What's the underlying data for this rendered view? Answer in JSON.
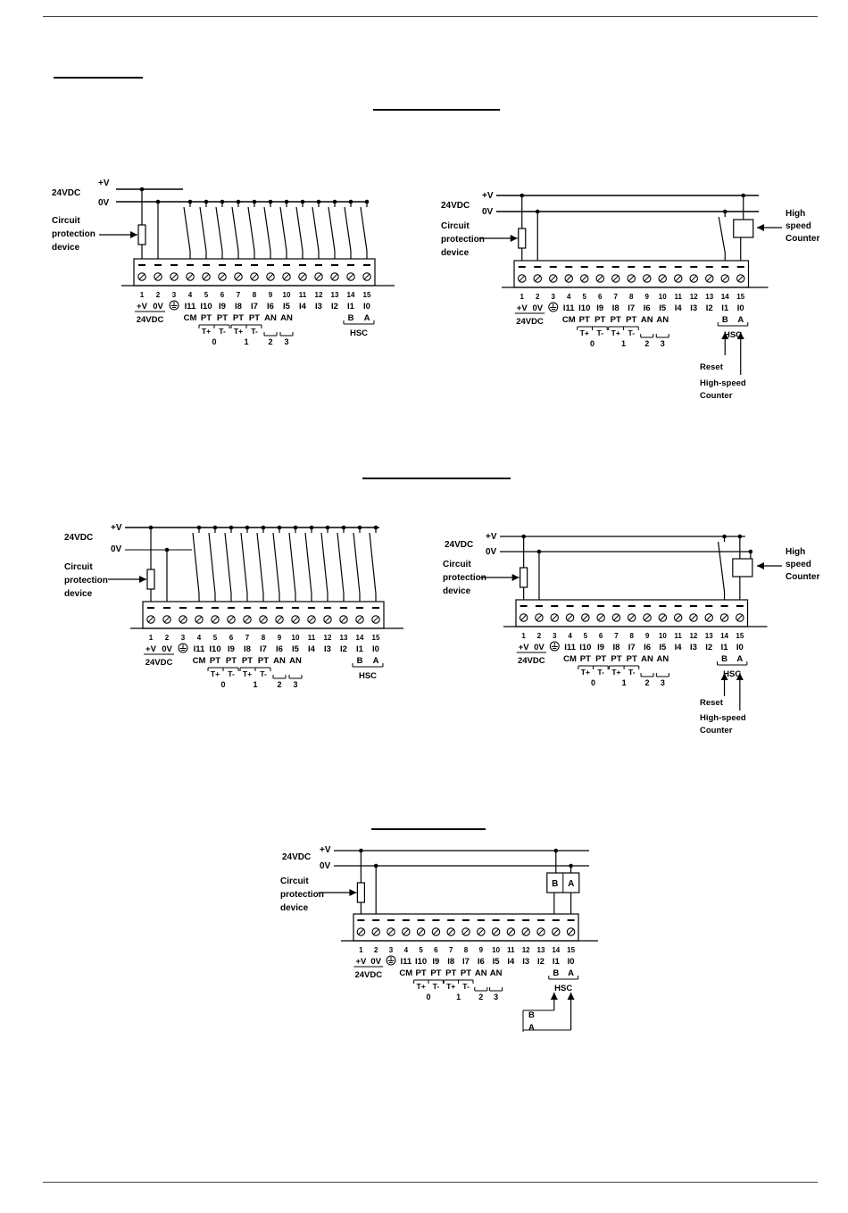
{
  "diagrams": [
    {
      "id": "npn-sink",
      "supply": {
        "pos": "+V",
        "neg": "0V",
        "voltage": "24VDC"
      },
      "protection": [
        "Circuit",
        "protection",
        "device"
      ],
      "terminals": [
        "1",
        "2",
        "3",
        "4",
        "5",
        "6",
        "7",
        "8",
        "9",
        "10",
        "11",
        "12",
        "13",
        "14",
        "15"
      ],
      "labels_row1": [
        "+V",
        "0V",
        "",
        "I11",
        "I10",
        "I9",
        "I8",
        "I7",
        "I6",
        "I5",
        "I4",
        "I3",
        "I2",
        "I1",
        "I0"
      ],
      "labels_row2": [
        "",
        "",
        "",
        "CM",
        "PT",
        "PT",
        "PT",
        "PT",
        "AN",
        "AN",
        "",
        "",
        "",
        "B",
        "A"
      ],
      "thermo": [
        "T+",
        "T-",
        "T+",
        "T-"
      ],
      "groups": [
        "0",
        "1",
        "2",
        "3"
      ],
      "hsc": "HSC"
    },
    {
      "id": "npn-hsc",
      "supply": {
        "pos": "+V",
        "neg": "0V",
        "voltage": "24VDC"
      },
      "protection": [
        "Circuit",
        "protection",
        "device"
      ],
      "counter": [
        "High",
        "speed",
        "Counter"
      ],
      "reset": "Reset",
      "hsc_caption": [
        "High-speed",
        "Counter"
      ],
      "terminals": [
        "1",
        "2",
        "3",
        "4",
        "5",
        "6",
        "7",
        "8",
        "9",
        "10",
        "11",
        "12",
        "13",
        "14",
        "15"
      ],
      "labels_row1": [
        "+V",
        "0V",
        "",
        "I11",
        "I10",
        "I9",
        "I8",
        "I7",
        "I6",
        "I5",
        "I4",
        "I3",
        "I2",
        "I1",
        "I0"
      ],
      "labels_row2": [
        "",
        "",
        "",
        "CM",
        "PT",
        "PT",
        "PT",
        "PT",
        "AN",
        "AN",
        "",
        "",
        "",
        "B",
        "A"
      ],
      "thermo": [
        "T+",
        "T-",
        "T+",
        "T-"
      ],
      "groups": [
        "0",
        "1",
        "2",
        "3"
      ],
      "hsc": "HSC"
    },
    {
      "id": "pnp-source",
      "supply": {
        "pos": "+V",
        "neg": "0V",
        "voltage": "24VDC"
      },
      "protection": [
        "Circuit",
        "protection",
        "device"
      ],
      "terminals": [
        "1",
        "2",
        "3",
        "4",
        "5",
        "6",
        "7",
        "8",
        "9",
        "10",
        "11",
        "12",
        "13",
        "14",
        "15"
      ],
      "labels_row1": [
        "+V",
        "0V",
        "",
        "I11",
        "I10",
        "I9",
        "I8",
        "I7",
        "I6",
        "I5",
        "I4",
        "I3",
        "I2",
        "I1",
        "I0"
      ],
      "labels_row2": [
        "",
        "",
        "",
        "CM",
        "PT",
        "PT",
        "PT",
        "PT",
        "AN",
        "AN",
        "",
        "",
        "",
        "B",
        "A"
      ],
      "thermo": [
        "T+",
        "T-",
        "T+",
        "T-"
      ],
      "groups": [
        "0",
        "1",
        "2",
        "3"
      ],
      "hsc": "HSC"
    },
    {
      "id": "pnp-hsc",
      "supply": {
        "pos": "+V",
        "neg": "0V",
        "voltage": "24VDC"
      },
      "protection": [
        "Circuit",
        "protection",
        "device"
      ],
      "counter": [
        "High",
        "speed",
        "Counter"
      ],
      "reset": "Reset",
      "hsc_caption": [
        "High-speed",
        "Counter"
      ],
      "terminals": [
        "1",
        "2",
        "3",
        "4",
        "5",
        "6",
        "7",
        "8",
        "9",
        "10",
        "11",
        "12",
        "13",
        "14",
        "15"
      ],
      "labels_row1": [
        "+V",
        "0V",
        "",
        "I11",
        "I10",
        "I9",
        "I8",
        "I7",
        "I6",
        "I5",
        "I4",
        "I3",
        "I2",
        "I1",
        "I0"
      ],
      "labels_row2": [
        "",
        "",
        "",
        "CM",
        "PT",
        "PT",
        "PT",
        "PT",
        "AN",
        "AN",
        "",
        "",
        "",
        "B",
        "A"
      ],
      "thermo": [
        "T+",
        "T-",
        "T+",
        "T-"
      ],
      "groups": [
        "0",
        "1",
        "2",
        "3"
      ],
      "hsc": "HSC"
    },
    {
      "id": "shaft-encoder",
      "supply": {
        "pos": "+V",
        "neg": "0V",
        "voltage": "24VDC"
      },
      "protection": [
        "Circuit",
        "protection",
        "device"
      ],
      "encoder": [
        "B",
        "A"
      ],
      "encoder_inputs": [
        "B",
        "A"
      ],
      "terminals": [
        "1",
        "2",
        "3",
        "4",
        "5",
        "6",
        "7",
        "8",
        "9",
        "10",
        "11",
        "12",
        "13",
        "14",
        "15"
      ],
      "labels_row1": [
        "+V",
        "0V",
        "",
        "I11",
        "I10",
        "I9",
        "I8",
        "I7",
        "I6",
        "I5",
        "I4",
        "I3",
        "I2",
        "I1",
        "I0"
      ],
      "labels_row2": [
        "",
        "",
        "",
        "CM",
        "PT",
        "PT",
        "PT",
        "PT",
        "AN",
        "AN",
        "",
        "",
        "",
        "B",
        "A"
      ],
      "thermo": [
        "T+",
        "T-",
        "T+",
        "T-"
      ],
      "groups": [
        "0",
        "1",
        "2",
        "3"
      ],
      "hsc": "HSC"
    }
  ]
}
